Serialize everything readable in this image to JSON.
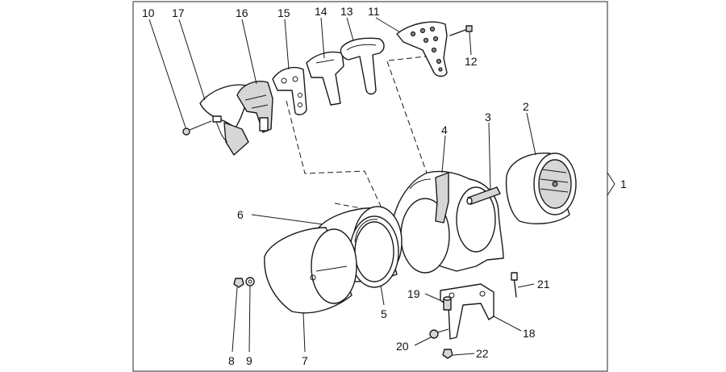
{
  "diagram": {
    "assembly_label": "1",
    "callouts": [
      {
        "id": "c2",
        "text": "2"
      },
      {
        "id": "c3",
        "text": "3"
      },
      {
        "id": "c4",
        "text": "4"
      },
      {
        "id": "c5",
        "text": "5"
      },
      {
        "id": "c6",
        "text": "6"
      },
      {
        "id": "c7",
        "text": "7"
      },
      {
        "id": "c8",
        "text": "8"
      },
      {
        "id": "c9",
        "text": "9"
      },
      {
        "id": "c10",
        "text": "10"
      },
      {
        "id": "c11",
        "text": "11"
      },
      {
        "id": "c12",
        "text": "12"
      },
      {
        "id": "c13",
        "text": "13"
      },
      {
        "id": "c14",
        "text": "14"
      },
      {
        "id": "c15",
        "text": "15"
      },
      {
        "id": "c16",
        "text": "16"
      },
      {
        "id": "c17",
        "text": "17"
      },
      {
        "id": "c18",
        "text": "18"
      },
      {
        "id": "c19",
        "text": "19"
      },
      {
        "id": "c20",
        "text": "20"
      },
      {
        "id": "c21",
        "text": "21"
      },
      {
        "id": "c22",
        "text": "22"
      }
    ]
  }
}
